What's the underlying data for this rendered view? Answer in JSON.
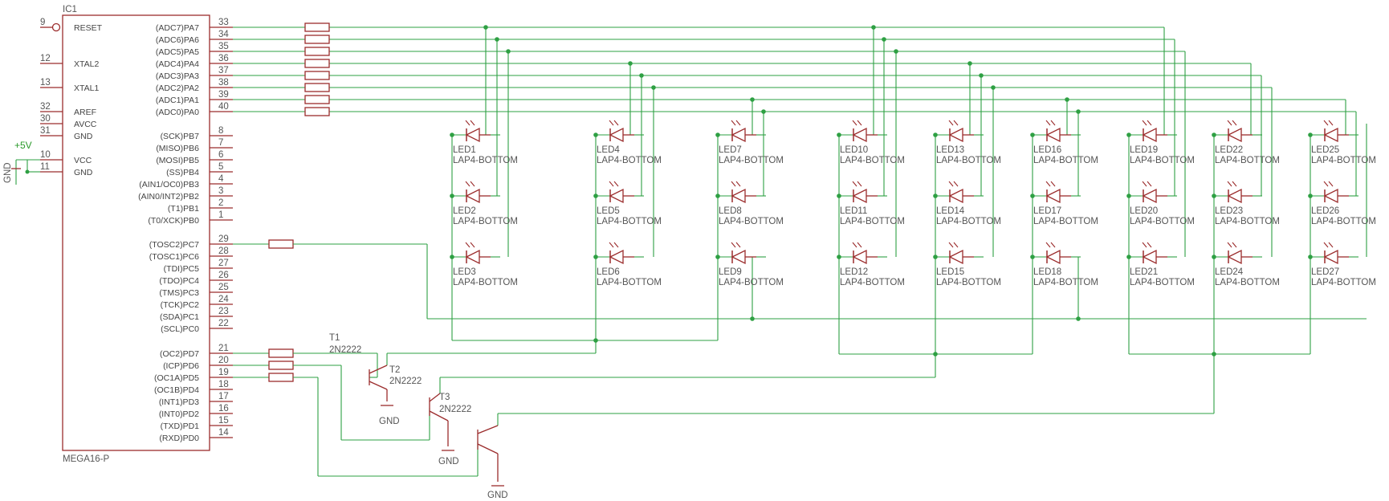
{
  "colors": {
    "symbol": "#9b2c2c",
    "wire": "#2ea043",
    "text": "#555555"
  },
  "ic": {
    "name": "IC1",
    "value": "MEGA16-P",
    "left_pins": [
      {
        "num": "9",
        "name": "RESET"
      },
      {
        "num": "12",
        "name": "XTAL2"
      },
      {
        "num": "13",
        "name": "XTAL1"
      },
      {
        "num": "32",
        "name": "AREF"
      },
      {
        "num": "30",
        "name": "AVCC"
      },
      {
        "num": "31",
        "name": "GND"
      },
      {
        "num": "10",
        "name": "VCC"
      },
      {
        "num": "11",
        "name": "GND"
      }
    ],
    "right_pins": [
      {
        "num": "33",
        "name": "(ADC7)PA7"
      },
      {
        "num": "34",
        "name": "(ADC6)PA6"
      },
      {
        "num": "35",
        "name": "(ADC5)PA5"
      },
      {
        "num": "36",
        "name": "(ADC4)PA4"
      },
      {
        "num": "37",
        "name": "(ADC3)PA3"
      },
      {
        "num": "38",
        "name": "(ADC2)PA2"
      },
      {
        "num": "39",
        "name": "(ADC1)PA1"
      },
      {
        "num": "40",
        "name": "(ADC0)PA0"
      },
      {
        "num": "8",
        "name": "(SCK)PB7"
      },
      {
        "num": "7",
        "name": "(MISO)PB6"
      },
      {
        "num": "6",
        "name": "(MOSI)PB5"
      },
      {
        "num": "5",
        "name": "(SS)PB4"
      },
      {
        "num": "4",
        "name": "(AIN1/OC0)PB3"
      },
      {
        "num": "3",
        "name": "(AIN0/INT2)PB2"
      },
      {
        "num": "2",
        "name": "(T1)PB1"
      },
      {
        "num": "1",
        "name": "(T0/XCK)PB0"
      },
      {
        "num": "29",
        "name": "(TOSC2)PC7"
      },
      {
        "num": "28",
        "name": "(TOSC1)PC6"
      },
      {
        "num": "27",
        "name": "(TDI)PC5"
      },
      {
        "num": "26",
        "name": "(TDO)PC4"
      },
      {
        "num": "25",
        "name": "(TMS)PC3"
      },
      {
        "num": "24",
        "name": "(TCK)PC2"
      },
      {
        "num": "23",
        "name": "(SDA)PC1"
      },
      {
        "num": "22",
        "name": "(SCL)PC0"
      },
      {
        "num": "21",
        "name": "(OC2)PD7"
      },
      {
        "num": "20",
        "name": "(ICP)PD6"
      },
      {
        "num": "19",
        "name": "(OC1A)PD5"
      },
      {
        "num": "18",
        "name": "(OC1B)PD4"
      },
      {
        "num": "17",
        "name": "(INT1)PD3"
      },
      {
        "num": "16",
        "name": "(INT0)PD2"
      },
      {
        "num": "15",
        "name": "(TXD)PD1"
      },
      {
        "num": "14",
        "name": "(RXD)PD0"
      }
    ]
  },
  "power": {
    "vcc_label": "+5V",
    "gnd_label": "GND"
  },
  "transistors": [
    {
      "name": "T1",
      "value": "2N2222"
    },
    {
      "name": "T2",
      "value": "2N2222"
    },
    {
      "name": "T3",
      "value": "2N2222"
    }
  ],
  "gnd_labels": [
    "GND",
    "GND",
    "GND"
  ],
  "led_value": "LAP4-BOTTOM",
  "leds": [
    "LED1",
    "LED2",
    "LED3",
    "LED4",
    "LED5",
    "LED6",
    "LED7",
    "LED8",
    "LED9",
    "LED10",
    "LED11",
    "LED12",
    "LED13",
    "LED14",
    "LED15",
    "LED16",
    "LED17",
    "LED18",
    "LED19",
    "LED20",
    "LED21",
    "LED22",
    "LED23",
    "LED24",
    "LED25",
    "LED26",
    "LED27"
  ]
}
